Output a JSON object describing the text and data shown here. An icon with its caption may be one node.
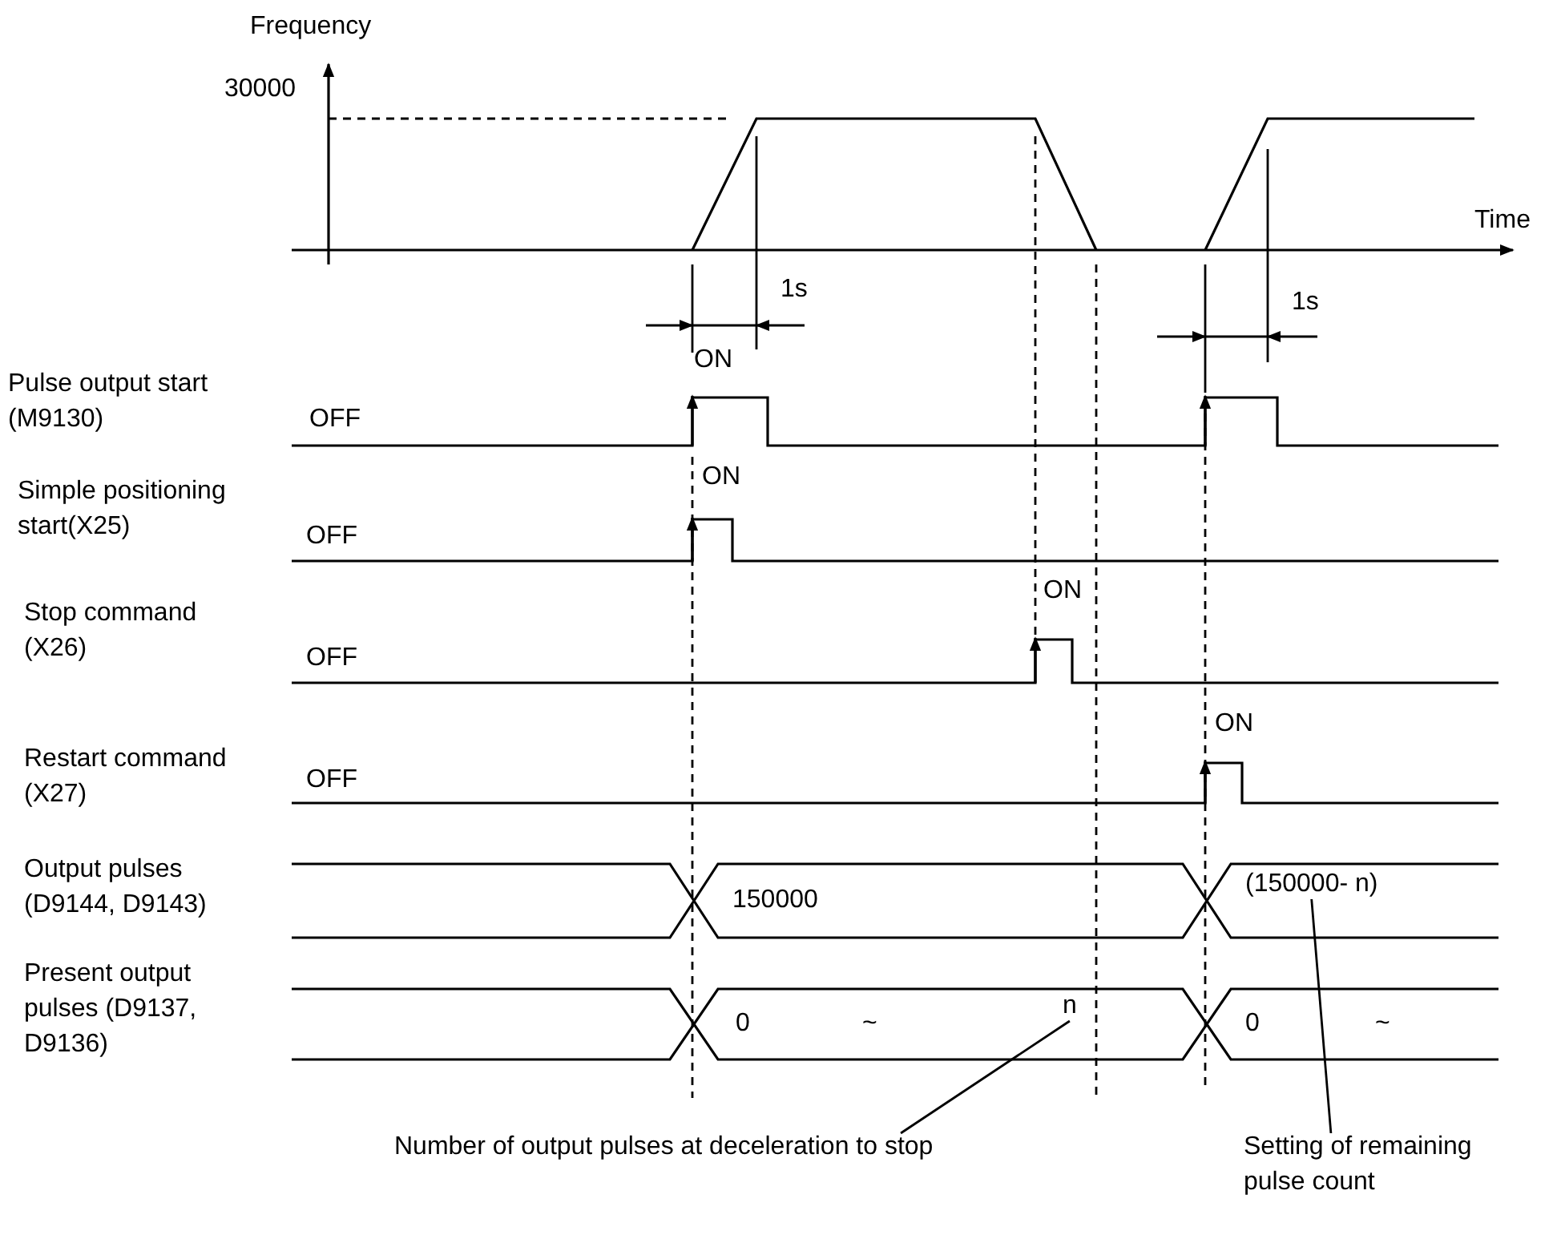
{
  "diagram": {
    "nodes": [
      {
        "text": [
          "Number of output pulses at deceleration to stop"
        ]
      },
      {
        "text": [
          "n"
        ]
      },
      {
        "text": [
          "Setting of remaining pulse count"
        ]
      },
      {
        "text": [
          "(150000- n)"
        ]
      }
    ],
    "edges": [
      {
        "from": 0,
        "to": 1,
        "arrow": "none"
      },
      {
        "from": 2,
        "to": 3,
        "arrow": "none"
      }
    ],
    "labels": [
      "Frequency",
      "30000",
      "Time",
      "1s",
      "1s",
      "ON",
      "Pulse output start (M9130)",
      "OFF",
      "ON",
      "Simple positioning start(X25)",
      "OFF",
      "ON",
      "Stop command (X26)",
      "OFF",
      "ON",
      "Restart command (X27)",
      "OFF",
      "Output pulses (D9144, D9143)",
      "150000",
      "Present output pulses (D9137, D9136)",
      "0",
      "~",
      "0",
      "~"
    ]
  }
}
